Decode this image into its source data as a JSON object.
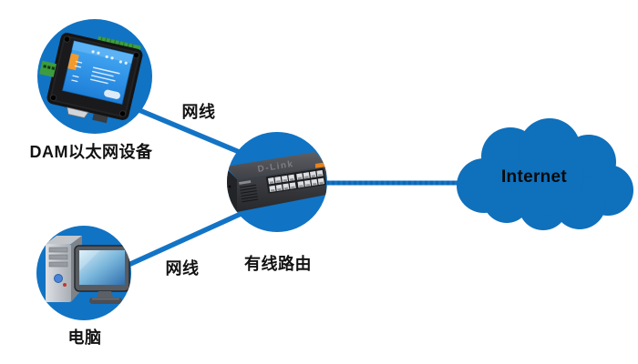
{
  "diagram": {
    "type": "network-topology",
    "nodes": [
      {
        "id": "dam-device",
        "label": "DAM以太网设备",
        "kind": "ethernet-io-module"
      },
      {
        "id": "computer",
        "label": "电脑",
        "kind": "desktop-pc"
      },
      {
        "id": "router",
        "label": "有线路由",
        "kind": "wired-router-switch",
        "brand_marking": "D-Link"
      },
      {
        "id": "internet",
        "label": "Internet",
        "kind": "cloud"
      }
    ],
    "edges": [
      {
        "from": "dam-device",
        "to": "router",
        "label": "网线"
      },
      {
        "from": "computer",
        "to": "router",
        "label": "网线"
      },
      {
        "from": "router",
        "to": "internet",
        "label": ""
      }
    ]
  },
  "labels": {
    "dam_device": "DAM以太网设备",
    "computer": "电脑",
    "router": "有线路由",
    "internet": "Internet",
    "cable_top": "网线",
    "cable_bottom": "网线",
    "switch_brand": "D-Link"
  },
  "colors": {
    "node_circle_blue": "#1173c3",
    "cloud_blue": "#0f70bc",
    "cable_blue": "#1374c6",
    "label_text": "#121212",
    "device_panel_blue": "#2e9af0",
    "device_sticker_orange": "#f49a2c",
    "terminal_green": "#3d9c3d",
    "switch_accent_orange": "#e8821e",
    "background": "#ffffff"
  }
}
